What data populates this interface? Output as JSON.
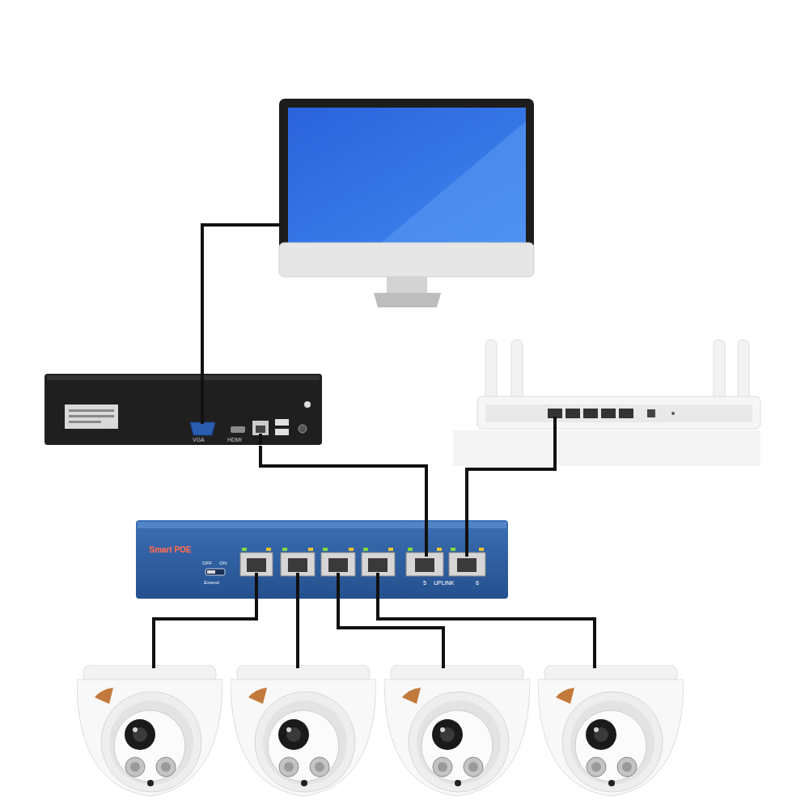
{
  "diagram": {
    "nodes": [
      {
        "text": [
          "VGA",
          "HDMI"
        ]
      },
      {
        "text": [
          "Smart POE",
          "OFF",
          "ON",
          "Extend",
          "5",
          "UPLINK",
          "6"
        ]
      }
    ],
    "edges": [
      {
        "from": 0,
        "to": 1,
        "arrow": "none"
      }
    ]
  }
}
